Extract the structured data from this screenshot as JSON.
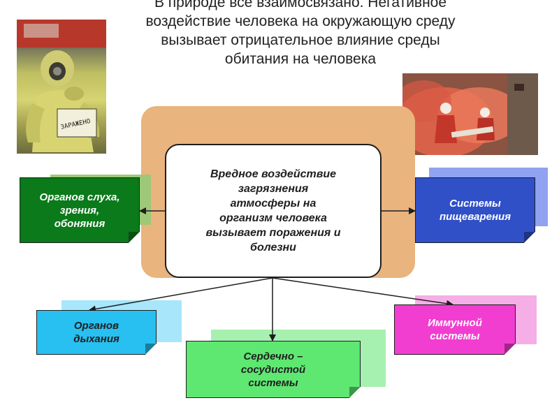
{
  "header": {
    "title_lines": [
      "В природе все взаимосвязано. Негативное",
      "воздействие человека на окружающую среду",
      "вызывает отрицательное влияние среды",
      "обитания на человека"
    ]
  },
  "photos": {
    "left": {
      "photo_label": "ЗАРАЖЕНО"
    },
    "right": {}
  },
  "center": {
    "lines": [
      "Вредное воздействие",
      "загрязнения",
      "атмосферы на",
      "организм человека",
      "вызывает поражения и",
      "болезни"
    ]
  },
  "nodes": {
    "hearing": {
      "lines": [
        "Органов слуха,",
        "зрения,",
        "обоняния"
      ],
      "color": "#0b7a1a",
      "shadow": "#9ec878"
    },
    "digestion": {
      "lines": [
        "Системы",
        "пищеварения"
      ],
      "color": "#3050c8",
      "shadow": "#90a2f0"
    },
    "breathing": {
      "lines": [
        "Органов",
        "дыхания"
      ],
      "color": "#28c0f0",
      "shadow": "#a8e6fb"
    },
    "cardio": {
      "lines": [
        "Сердечно –",
        "сосудистой",
        "системы"
      ],
      "color": "#5ee872",
      "shadow": "#a6f0b0"
    },
    "immune": {
      "lines": [
        "Иммунной",
        "системы"
      ],
      "color": "#f23ed0",
      "shadow": "#f6aee6"
    }
  },
  "colors": {
    "central_shadow": "#eab47e",
    "arrow": "#1e1e1e"
  }
}
